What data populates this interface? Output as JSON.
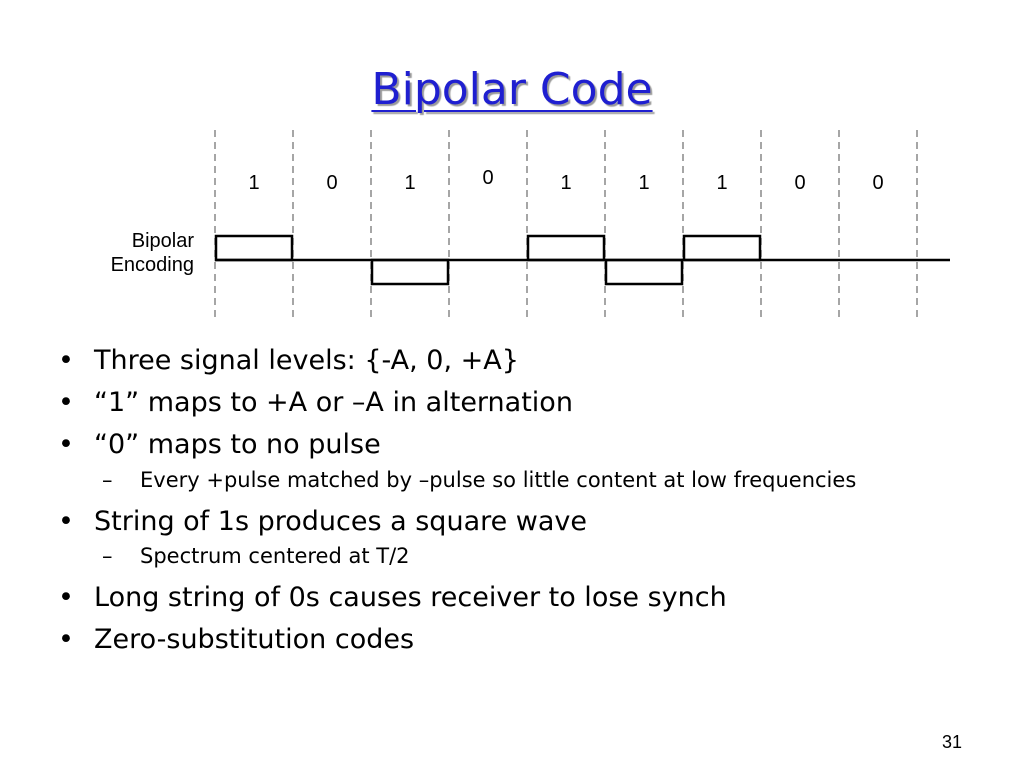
{
  "slide": {
    "title": "Bipolar Code",
    "page_number": "31"
  },
  "diagram": {
    "label_line1": "Bipolar",
    "label_line2": "Encoding",
    "bits": [
      "1",
      "0",
      "1",
      "0",
      "1",
      "1",
      "1",
      "0",
      "0"
    ],
    "levels": [
      1,
      0,
      -1,
      0,
      1,
      -1,
      1,
      0,
      0
    ]
  },
  "bullets": [
    {
      "text": "Three signal levels:  {-A, 0, +A}",
      "level": 1
    },
    {
      "text": "“1” maps to +A or –A in alternation",
      "level": 1
    },
    {
      "text": "“0” maps to no pulse",
      "level": 1
    },
    {
      "text": "Every +pulse matched by –pulse so little content at low frequencies",
      "level": 2
    },
    {
      "text": "String of 1s produces a square wave",
      "level": 1
    },
    {
      "text": "Spectrum centered at T/2",
      "level": 2
    },
    {
      "text": "Long string of 0s causes receiver to lose synch",
      "level": 1
    },
    {
      "text": "Zero-substitution codes",
      "level": 1
    }
  ]
}
